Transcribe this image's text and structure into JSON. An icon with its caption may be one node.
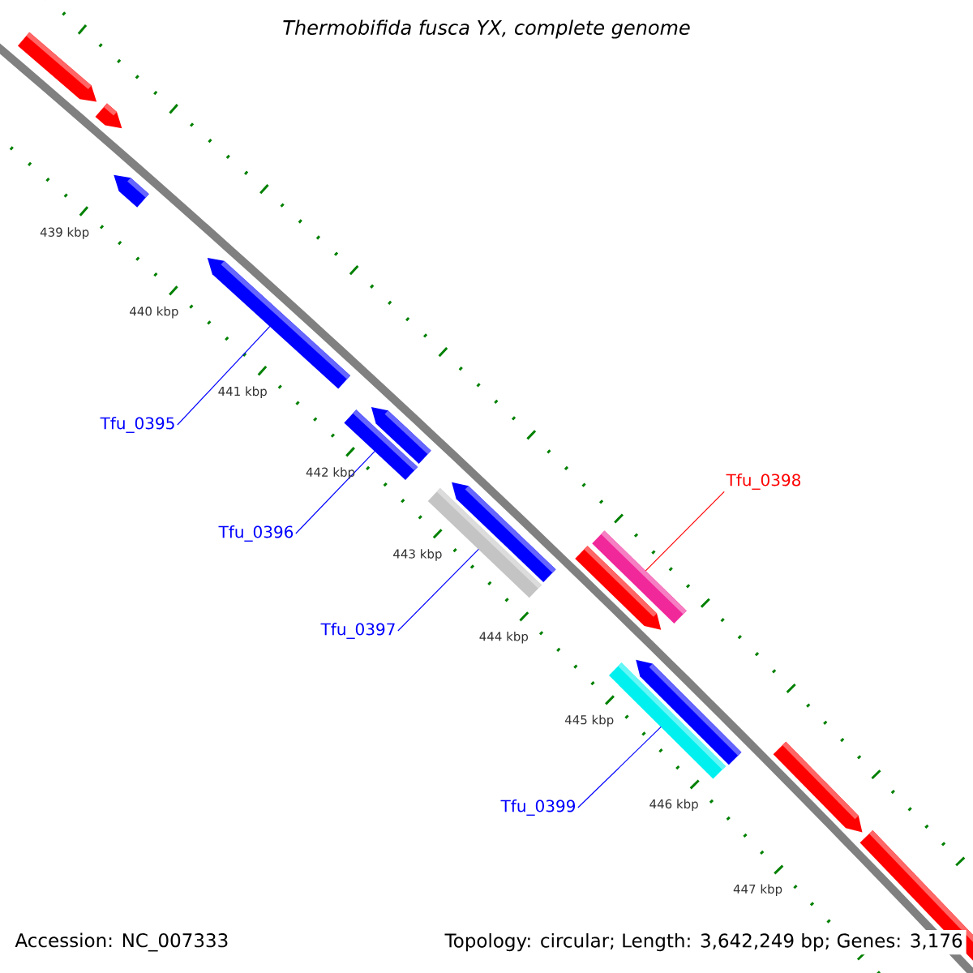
{
  "diagram": {
    "title": "Thermobifida fusca YX, complete genome",
    "nodes": [
      {
        "text": [
          "Tfu_0395"
        ]
      },
      {
        "text": [],
        "shape": "bar"
      },
      {
        "text": [
          "Tfu_0396"
        ]
      },
      {
        "text": [],
        "shape": "bar"
      },
      {
        "text": [
          "Tfu_0397"
        ]
      },
      {
        "text": [],
        "shape": "bar"
      },
      {
        "text": [
          "Tfu_0398"
        ]
      },
      {
        "text": [],
        "shape": "bar"
      },
      {
        "text": [
          "Tfu_0399"
        ]
      },
      {
        "text": [],
        "shape": "bar"
      }
    ],
    "edges": [
      {
        "from": 0,
        "to": 1,
        "arrow": "none"
      },
      {
        "from": 2,
        "to": 3,
        "arrow": "none"
      },
      {
        "from": 4,
        "to": 5,
        "arrow": "none"
      },
      {
        "from": 6,
        "to": 7,
        "arrow": "none",
        "color": "#ff0000"
      },
      {
        "from": 8,
        "to": 9,
        "arrow": "none"
      }
    ],
    "labels": [
      "439 kbp",
      "440 kbp",
      "441 kbp",
      "442 kbp",
      "443 kbp",
      "444 kbp",
      "445 kbp",
      "446 kbp",
      "447 kbp",
      "Accession: NC_007333",
      "Topology: circular; Length: 3,642,249 bp; Genes: 3,176"
    ]
  }
}
